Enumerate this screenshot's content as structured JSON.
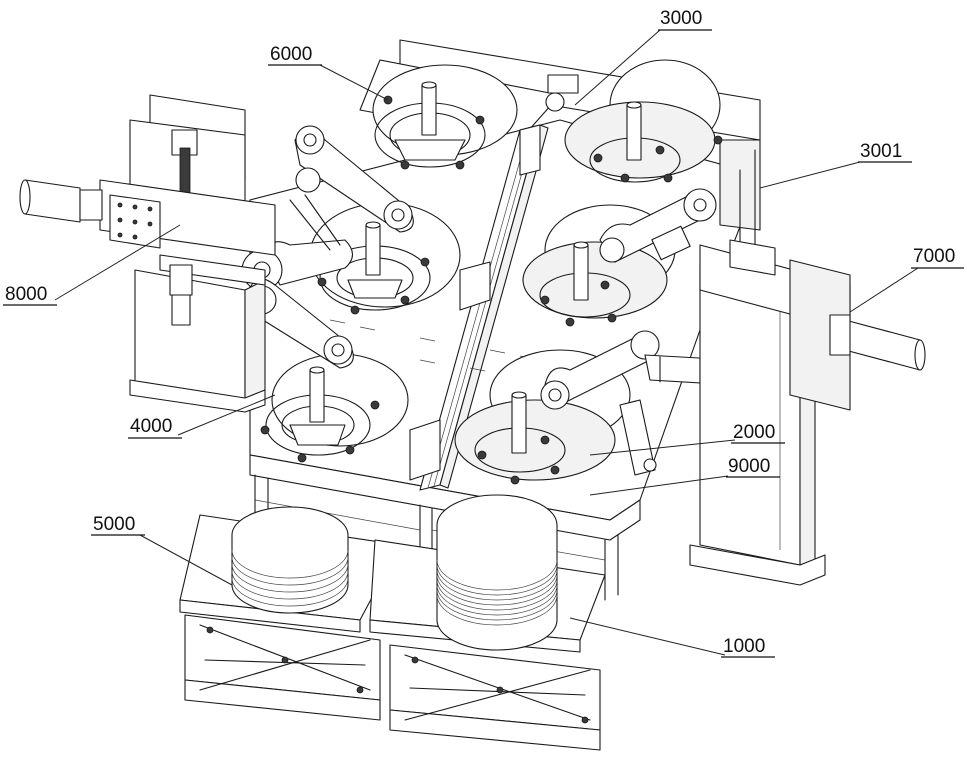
{
  "labels": [
    {
      "id": "label-6000",
      "text": "6000"
    },
    {
      "id": "label-3000",
      "text": "3000"
    },
    {
      "id": "label-3001",
      "text": "3001"
    },
    {
      "id": "label-8000",
      "text": "8000"
    },
    {
      "id": "label-7000",
      "text": "7000"
    },
    {
      "id": "label-4000",
      "text": "4000"
    },
    {
      "id": "label-2000",
      "text": "2000"
    },
    {
      "id": "label-9000",
      "text": "9000"
    },
    {
      "id": "label-5000",
      "text": "5000"
    },
    {
      "id": "label-1000",
      "text": "1000"
    }
  ]
}
